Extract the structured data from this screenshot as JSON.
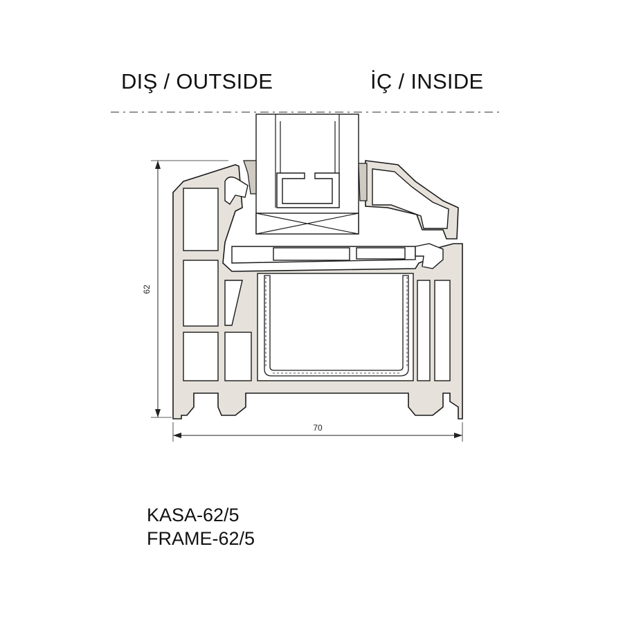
{
  "labels": {
    "outside": "DIŞ / OUTSIDE",
    "inside": "İÇ / INSIDE"
  },
  "dimensions": {
    "height": "62",
    "width": "70"
  },
  "captions": {
    "line1": "KASA-62/5",
    "line2": "FRAME-62/5"
  }
}
